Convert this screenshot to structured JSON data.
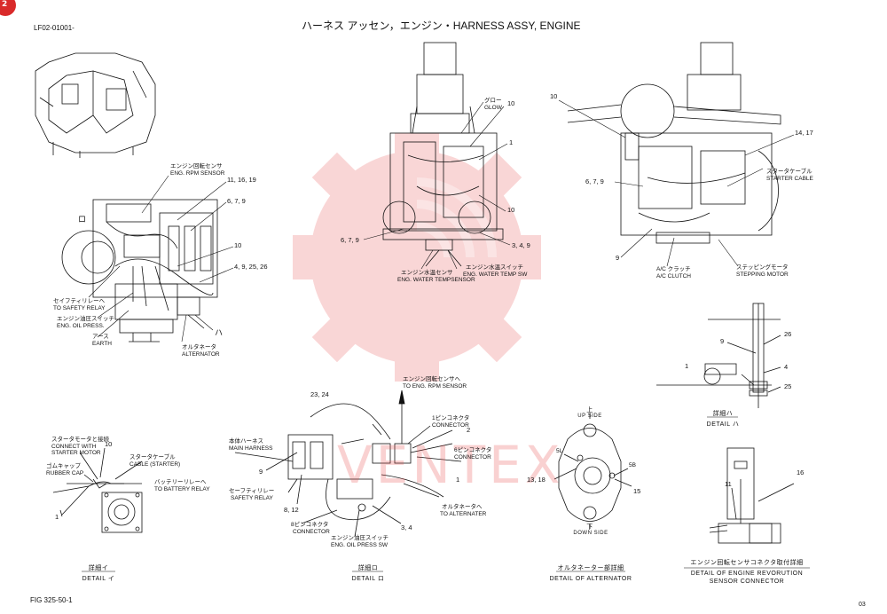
{
  "header": {
    "doc_id": "LF02-01001-",
    "title": "ハーネス アッセン，エンジン・HARNESS ASSY, ENGINE",
    "corner_badge": "2"
  },
  "footer": {
    "figure": "FIG 325-50-1",
    "page": "03"
  },
  "watermark": {
    "text": "VENTEX",
    "color": "#e84a4a"
  },
  "labels": {
    "left": {
      "eng_rpm_sensor_jp": "エンジン回転センサ",
      "eng_rpm_sensor_en": "ENG. RPM SENSOR",
      "n_11_16_19": "11, 16, 19",
      "n_6_7_9": "6, 7, 9",
      "n_10": "10",
      "n_4_9_25_26": "4, 9, 25, 26",
      "ro": "ロ",
      "ha": "ハ",
      "safety_relay_jp": "セイフティリレーへ",
      "safety_relay_en": "TO SAFETY RELAY",
      "oil_press_jp": "エンジン油圧スイッチ",
      "oil_press_en": "ENG. OIL PRESS.",
      "earth_jp": "アース",
      "earth_en": "EARTH",
      "alternator_jp": "オルタネータ",
      "alternator_en": "ALTERNATOR"
    },
    "center": {
      "glow_jp": "グロー",
      "glow_en": "GLOW",
      "n_10a": "10",
      "n_1": "1",
      "n_10b": "10",
      "n_6_7_9": "6, 7, 9",
      "n_3_4_9": "3, 4, 9",
      "water_temp_sensor_jp": "エンジン水温センサ",
      "water_temp_sensor_en": "ENG. WATER TEMPSENSOR",
      "water_temp_sw_jp": "エンジン水温スイッチ",
      "water_temp_sw_en": "ENG. WATER TEMP SW"
    },
    "right": {
      "n_10": "10",
      "n_14_17": "14, 17",
      "n_6_7_9": "6, 7, 9",
      "n_9": "9",
      "starter_cable_jp": "スタータケーブル",
      "starter_cable_en": "STARTER CABLE",
      "ac_clutch_jp": "A/C クラッチ",
      "ac_clutch_en": "A/C CLUTCH",
      "stepping_motor_jp": "ステッピングモータ",
      "stepping_motor_en": "STEPPING MOTOR"
    },
    "detail_ha": {
      "n_9": "9",
      "n_26": "26",
      "n_1": "1",
      "n_4": "4",
      "n_25": "25",
      "caption_jp": "詳細ハ",
      "caption_en": "DETAIL ハ"
    },
    "detail_i": {
      "connect_jp": "スタータモータと接続",
      "connect_en1": "CONNECT WITH",
      "connect_en2": "STARTER MOTOR",
      "n_10": "10",
      "cable_jp": "スタータケーブル",
      "cable_en": "CABLE (STARTER)",
      "cap_jp": "ゴムキャップ",
      "cap_en": "RUBBER CAP",
      "battery_jp": "バッテリーリレーへ",
      "battery_en": "TO BATTERY RELAY",
      "n_1": "1",
      "caption_jp": "詳細イ",
      "caption_en": "DETAIL イ"
    },
    "detail_ro": {
      "main_harness_jp": "本体ハーネス",
      "main_harness_en": "MAIN HARNESS",
      "n_23_24": "23, 24",
      "rpm_sensor_jp": "エンジン回転センサへ",
      "rpm_sensor_en": "TO ENG. RPM SENSOR",
      "pin1_jp": "1ピンコネクタ",
      "pin1_en": "CONNECTOR",
      "n_2": "2",
      "pin6_jp": "6ピンコネクタ",
      "pin6_en": "CONNECTOR",
      "n_9": "9",
      "n_1": "1",
      "safety_relay_jp": "セーフティリレー",
      "safety_relay_en": "SAFETY RELAY",
      "n_8_12": "8, 12",
      "to_alt_jp": "オルタネータへ",
      "to_alt_en": "TO ALTERNATER",
      "pin8_jp": "8ピンコネクタ",
      "pin8_en": "CONNECTOR",
      "n_3_4": "3, 4",
      "oil_press_jp": "エンジン油圧スイッチ",
      "oil_press_en": "ENG. OIL PRESS SW",
      "caption_jp": "詳細ロ",
      "caption_en": "DETAIL ロ"
    },
    "detail_alt": {
      "up_jp": "上",
      "up_en": "UP SIDE",
      "sl": "5L",
      "sb": "5B",
      "n_13_18": "13, 18",
      "n_15": "15",
      "down_jp": "下",
      "down_en": "DOWN SIDE",
      "caption_jp": "オルタネーター部詳細",
      "caption_en": "DETAIL OF ALTERNATOR"
    },
    "detail_sensor": {
      "n_11": "11",
      "n_16": "16",
      "caption_jp": "エンジン回転センサコネクタ取付詳細",
      "caption_en1": "DETAIL OF ENGINE REVORUTION",
      "caption_en2": "SENSOR CONNECTOR"
    }
  }
}
